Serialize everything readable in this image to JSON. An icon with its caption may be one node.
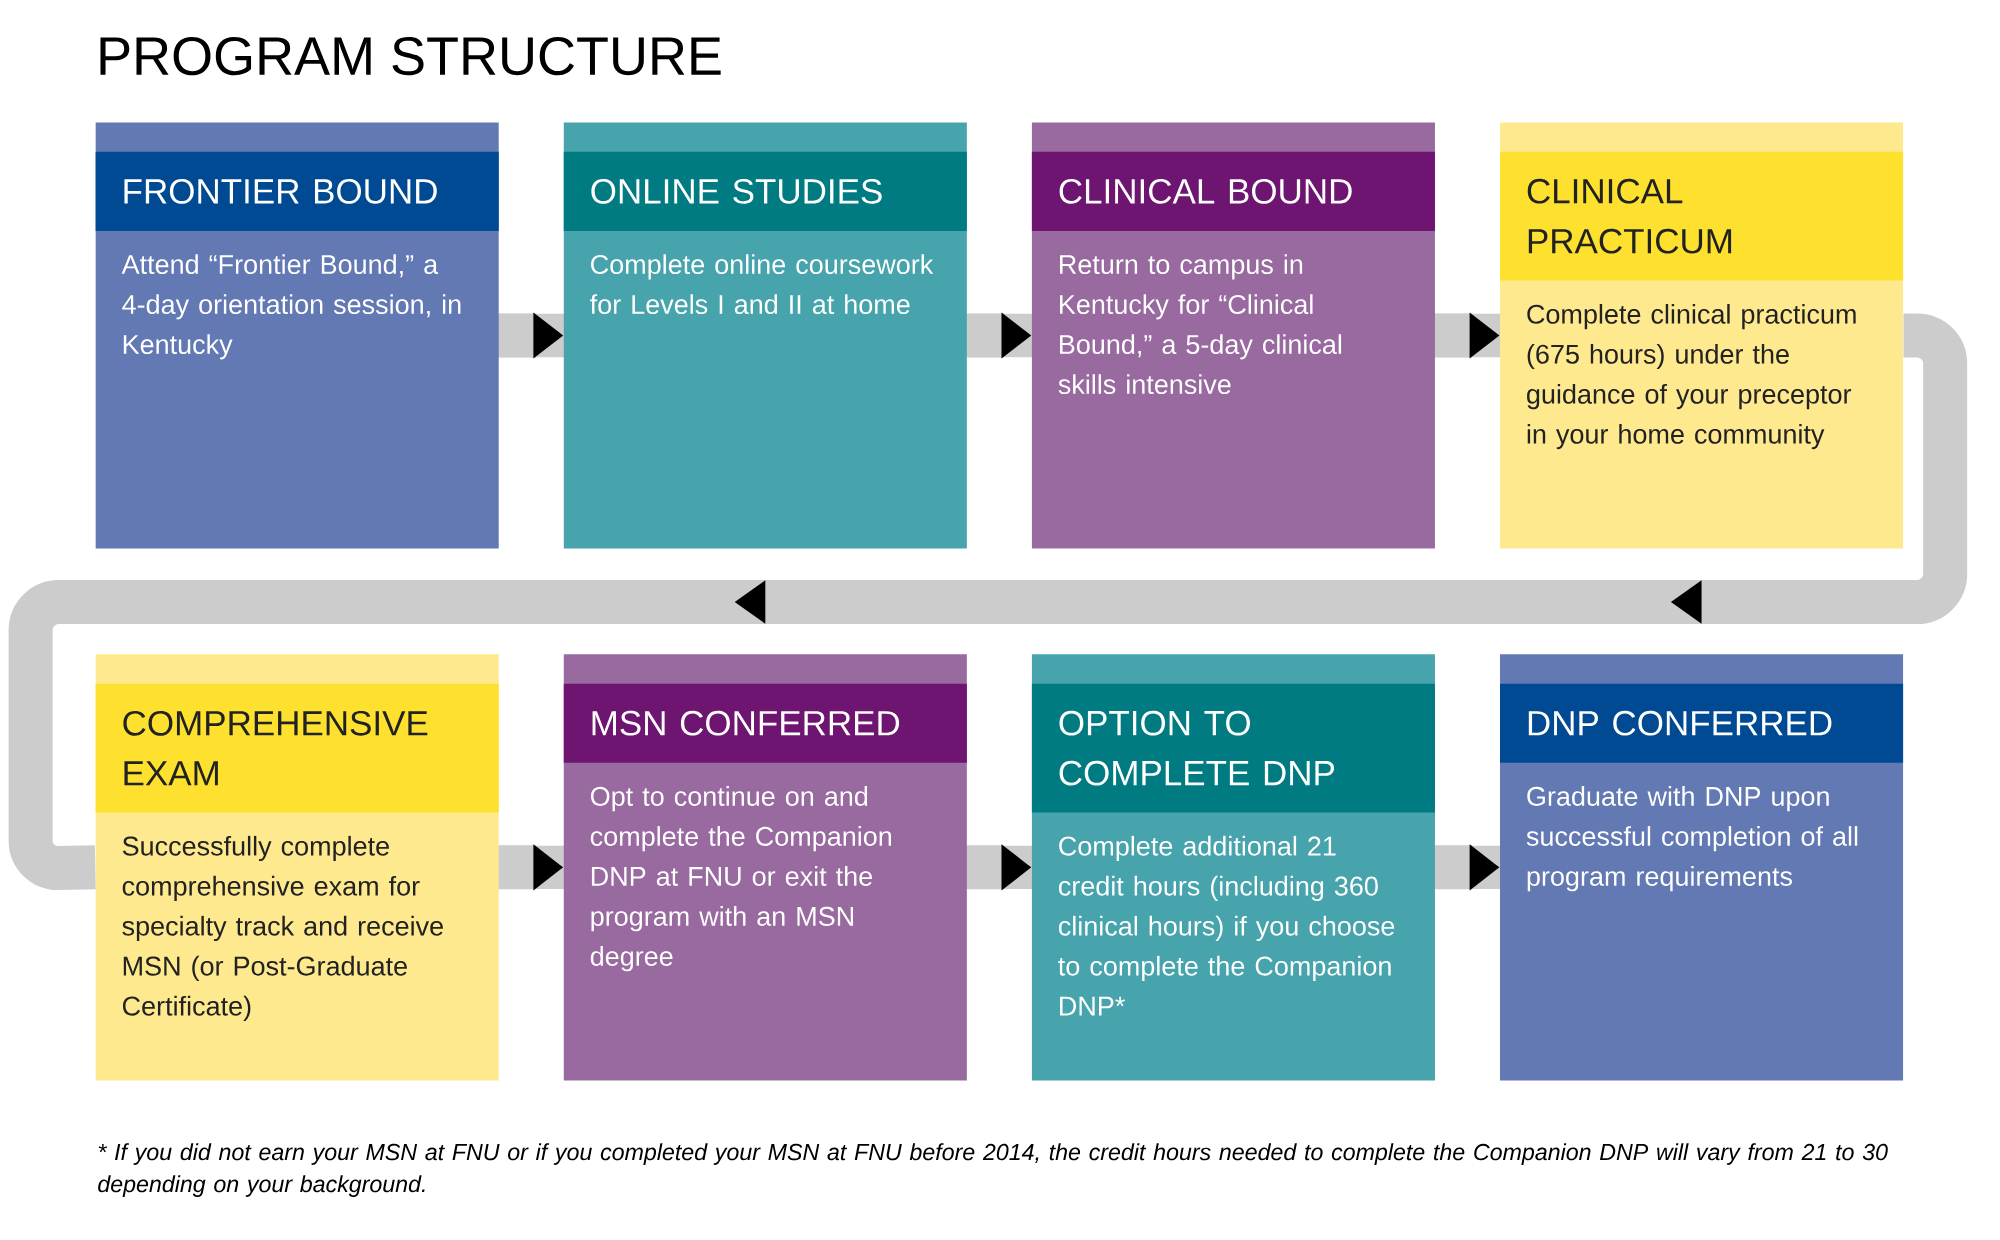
{
  "diagram": {
    "title": "PROGRAM STRUCTURE",
    "caption": "* If you did not earn your MSN at FNU or if you completed your MSN at FNU before 2014, the credit hours needed to complete the Companion DNP will vary from 21 to 30 depending on your background.",
    "nodes": [
      {
        "text": [
          "FRONTIER BOUND",
          "Attend “Frontier Bound,” a 4-day orientation session, in Kentucky"
        ]
      },
      {
        "text": [
          "ONLINE STUDIES",
          "Complete online coursework for Levels I and II at home"
        ]
      },
      {
        "text": [
          "CLINICAL BOUND",
          "Return to campus in Kentucky for “Clinical Bound,” a 5-day clinical skills intensive"
        ]
      },
      {
        "text": [
          "CLINICAL PRACTICUM",
          "Complete clinical practicum (675 hours) under the guidance of your preceptor in your home community"
        ]
      },
      {
        "text": [
          "COMPREHENSIVE EXAM",
          "Successfully complete comprehensive exam for specialty track and receive MSN (or Post-Graduate Certificate)"
        ]
      },
      {
        "text": [
          "MSN CONFERRED",
          "Opt to continue on and complete the Companion DNP at FNU or exit the program with an MSN degree"
        ]
      },
      {
        "text": [
          "OPTION TO COMPLETE DNP",
          "Complete additional 21 credit hours (including 360 clinical hours) if you choose to complete the Companion DNP*"
        ]
      },
      {
        "text": [
          "DNP CONFERRED",
          "Graduate with DNP upon successful completion of all program requirements"
        ]
      }
    ],
    "edges": [
      {
        "from": 0,
        "to": 1,
        "arrow": "to"
      },
      {
        "from": 1,
        "to": 2,
        "arrow": "to"
      },
      {
        "from": 2,
        "to": 3,
        "arrow": "to"
      },
      {
        "from": 3,
        "to": 4,
        "arrow": "to"
      },
      {
        "from": 4,
        "to": 5,
        "arrow": "to"
      },
      {
        "from": 5,
        "to": 6,
        "arrow": "to"
      },
      {
        "from": 6,
        "to": 7,
        "arrow": "to"
      }
    ]
  }
}
